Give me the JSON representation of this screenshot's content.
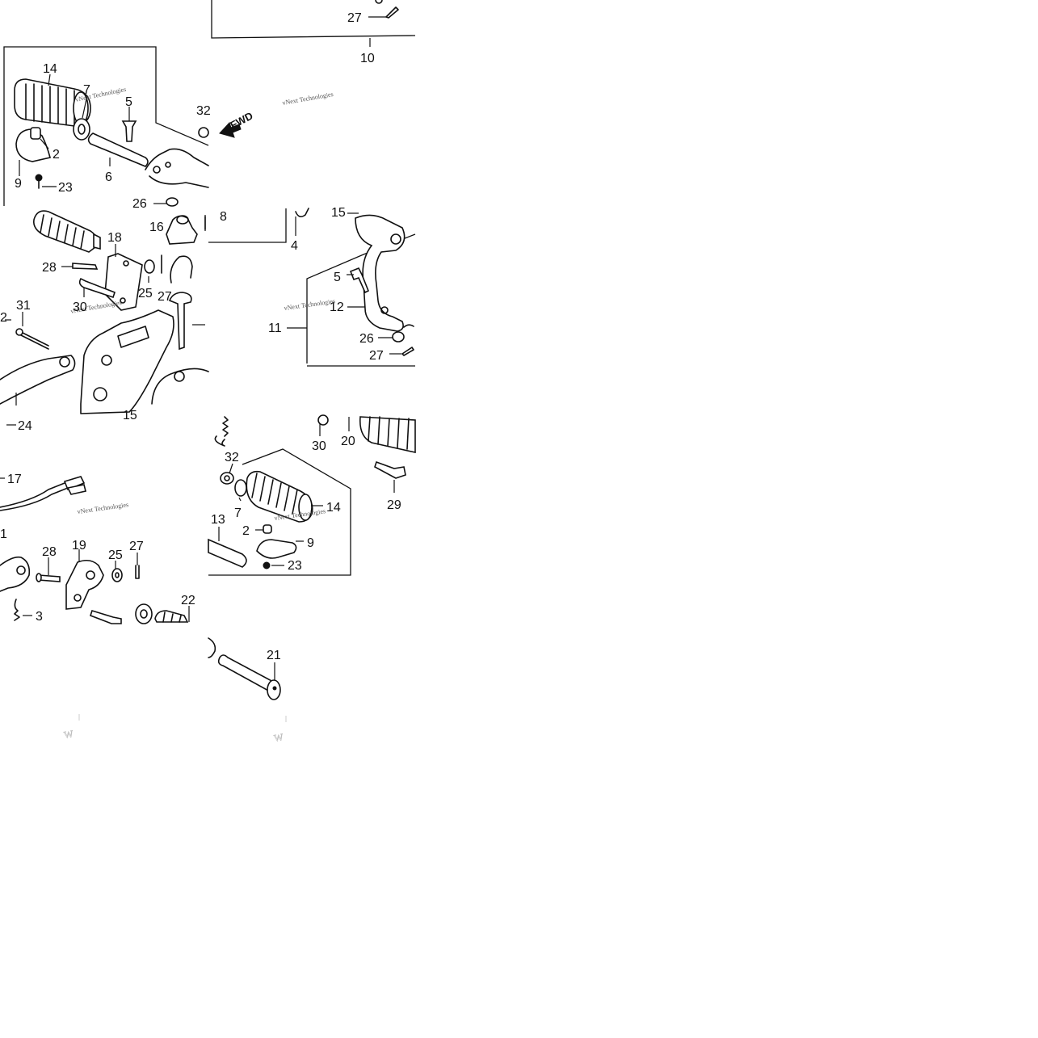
{
  "watermark": "vNext Technologies",
  "fwd_label": "FWD",
  "callouts": {
    "tile1_27": "27",
    "tile1_10": "10",
    "tile2_14": "14",
    "tile2_7": "7",
    "tile2_5": "5",
    "tile2_32": "32",
    "tile2_2": "2",
    "tile2_9": "9",
    "tile2_23": "23",
    "tile2_6": "6",
    "tile2_26": "26",
    "tile3_8": "8",
    "tile3_4": "4",
    "tile3_15": "15",
    "tile3_5": "5",
    "tile3_12": "12",
    "tile3_11": "11",
    "tile3_26": "26",
    "tile3_27": "27",
    "tile4_16": "16",
    "tile4_18": "18",
    "tile4_28": "28",
    "tile4_25": "25",
    "tile4_27": "27",
    "tile4_31": "31",
    "tile4_30": "30",
    "tile4_2": "2",
    "tile4_24": "24",
    "tile4_15": "15",
    "tile5_30": "30",
    "tile5_20": "20",
    "tile5_32": "32",
    "tile5_7": "7",
    "tile5_14": "14",
    "tile5_29": "29",
    "tile5_13": "13",
    "tile5_2": "2",
    "tile5_9": "9",
    "tile5_23": "23",
    "tile6_17": "17",
    "tile6_1": "1",
    "tile6_28": "28",
    "tile6_19": "19",
    "tile6_25": "25",
    "tile6_27": "27",
    "tile6_22": "22",
    "tile6_3": "3",
    "tile7_21": "21"
  }
}
